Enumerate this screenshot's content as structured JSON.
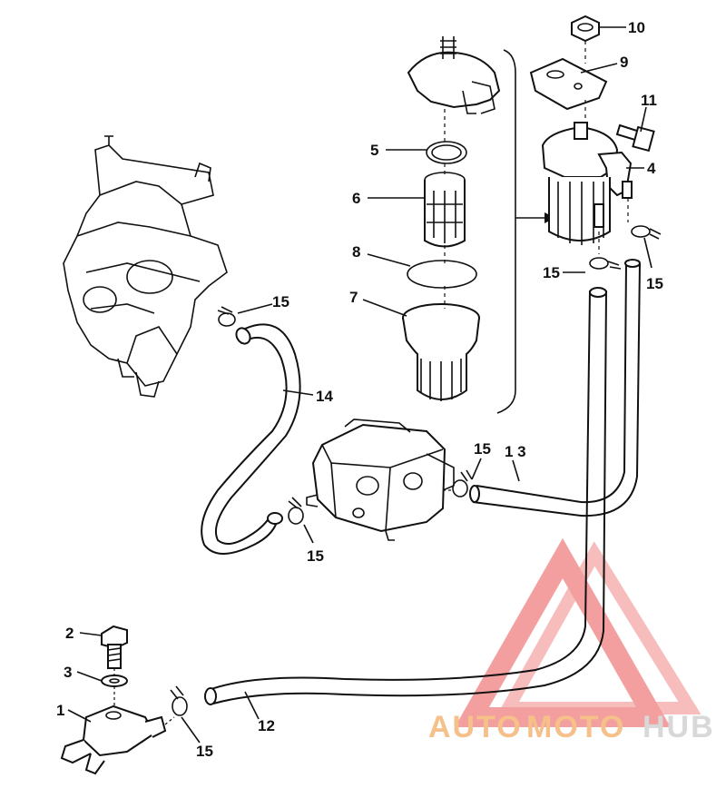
{
  "callouts": {
    "c1": "1",
    "c2": "2",
    "c3": "3",
    "c4": "4",
    "c5": "5",
    "c6": "6",
    "c7": "7",
    "c8": "8",
    "c9": "9",
    "c10": "10",
    "c11": "11",
    "c12": "12",
    "c13": "1 3",
    "c14": "14",
    "c15a": "15",
    "c15b": "15",
    "c15c": "15",
    "c15d": "15",
    "c15e": "15"
  },
  "watermark": {
    "part1": "AUTO",
    "part2": "MOTO",
    "part3": "HUB",
    "color_primary": "#f5c08a",
    "color_secondary": "#d8d8d8",
    "logo_color": "#f08080"
  }
}
